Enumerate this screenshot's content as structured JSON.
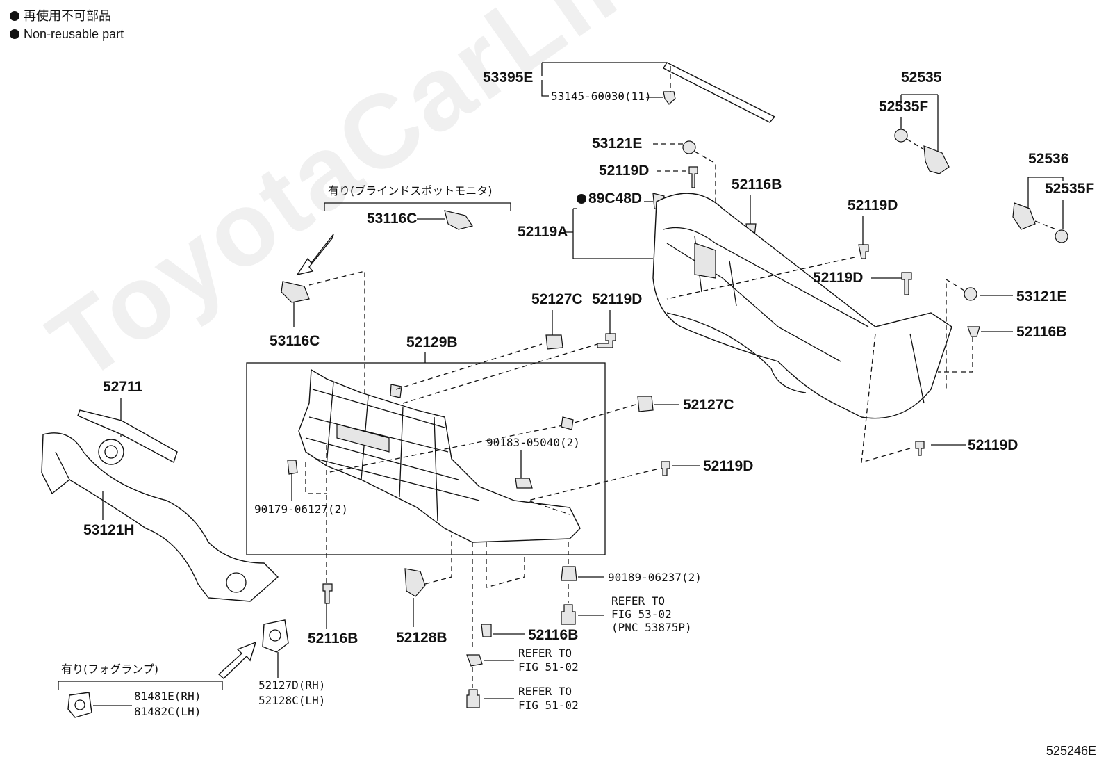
{
  "legend": {
    "jp": "再使用不可部品",
    "en": "Non-reusable part"
  },
  "watermark": "ToyotaCarLine.ru",
  "figure_code": "525246E",
  "groups": {
    "blind_spot": "有り(ブラインドスポットモニタ)",
    "fog_lamp": "有り(フォグランプ)"
  },
  "labels": {
    "p53395E": "53395E",
    "p53145": "53145-60030(11)",
    "p52535": "52535",
    "p52535F_a": "52535F",
    "p52536": "52536",
    "p52535F_b": "52535F",
    "p53121E_a": "53121E",
    "p52119D_a": "52119D",
    "p52116B_a": "52116B",
    "p89C48D": "89C48D",
    "p52119A": "52119A",
    "p52119D_b": "52119D",
    "p52119D_c": "52119D",
    "p53121E_b": "53121E",
    "p52116B_b": "52116B",
    "p53116C_a": "53116C",
    "p53116C_b": "53116C",
    "p52127C_a": "52127C",
    "p52119D_d": "52119D",
    "p52129B": "52129B",
    "p52127C_b": "52127C",
    "p52711": "52711",
    "p90183": "90183-05040(2)",
    "p52119D_e": "52119D",
    "p52119D_f": "52119D",
    "p90179": "90179-06127(2)",
    "p53121H": "53121H",
    "p90189": "90189-06237(2)",
    "refer1_a": "REFER TO",
    "refer1_b": "FIG 53-02",
    "refer1_c": "(PNC 53875P)",
    "p52116B_c": "52116B",
    "p52128B": "52128B",
    "p52116B_d": "52116B",
    "refer2_a": "REFER TO",
    "refer2_b": "FIG 51-02",
    "refer3_a": "REFER TO",
    "refer3_b": "FIG 51-02",
    "p52127D": "52127D(RH)",
    "p52128C": "52128C(LH)",
    "p81481E": "81481E(RH)",
    "p81482C": "81482C(LH)"
  }
}
